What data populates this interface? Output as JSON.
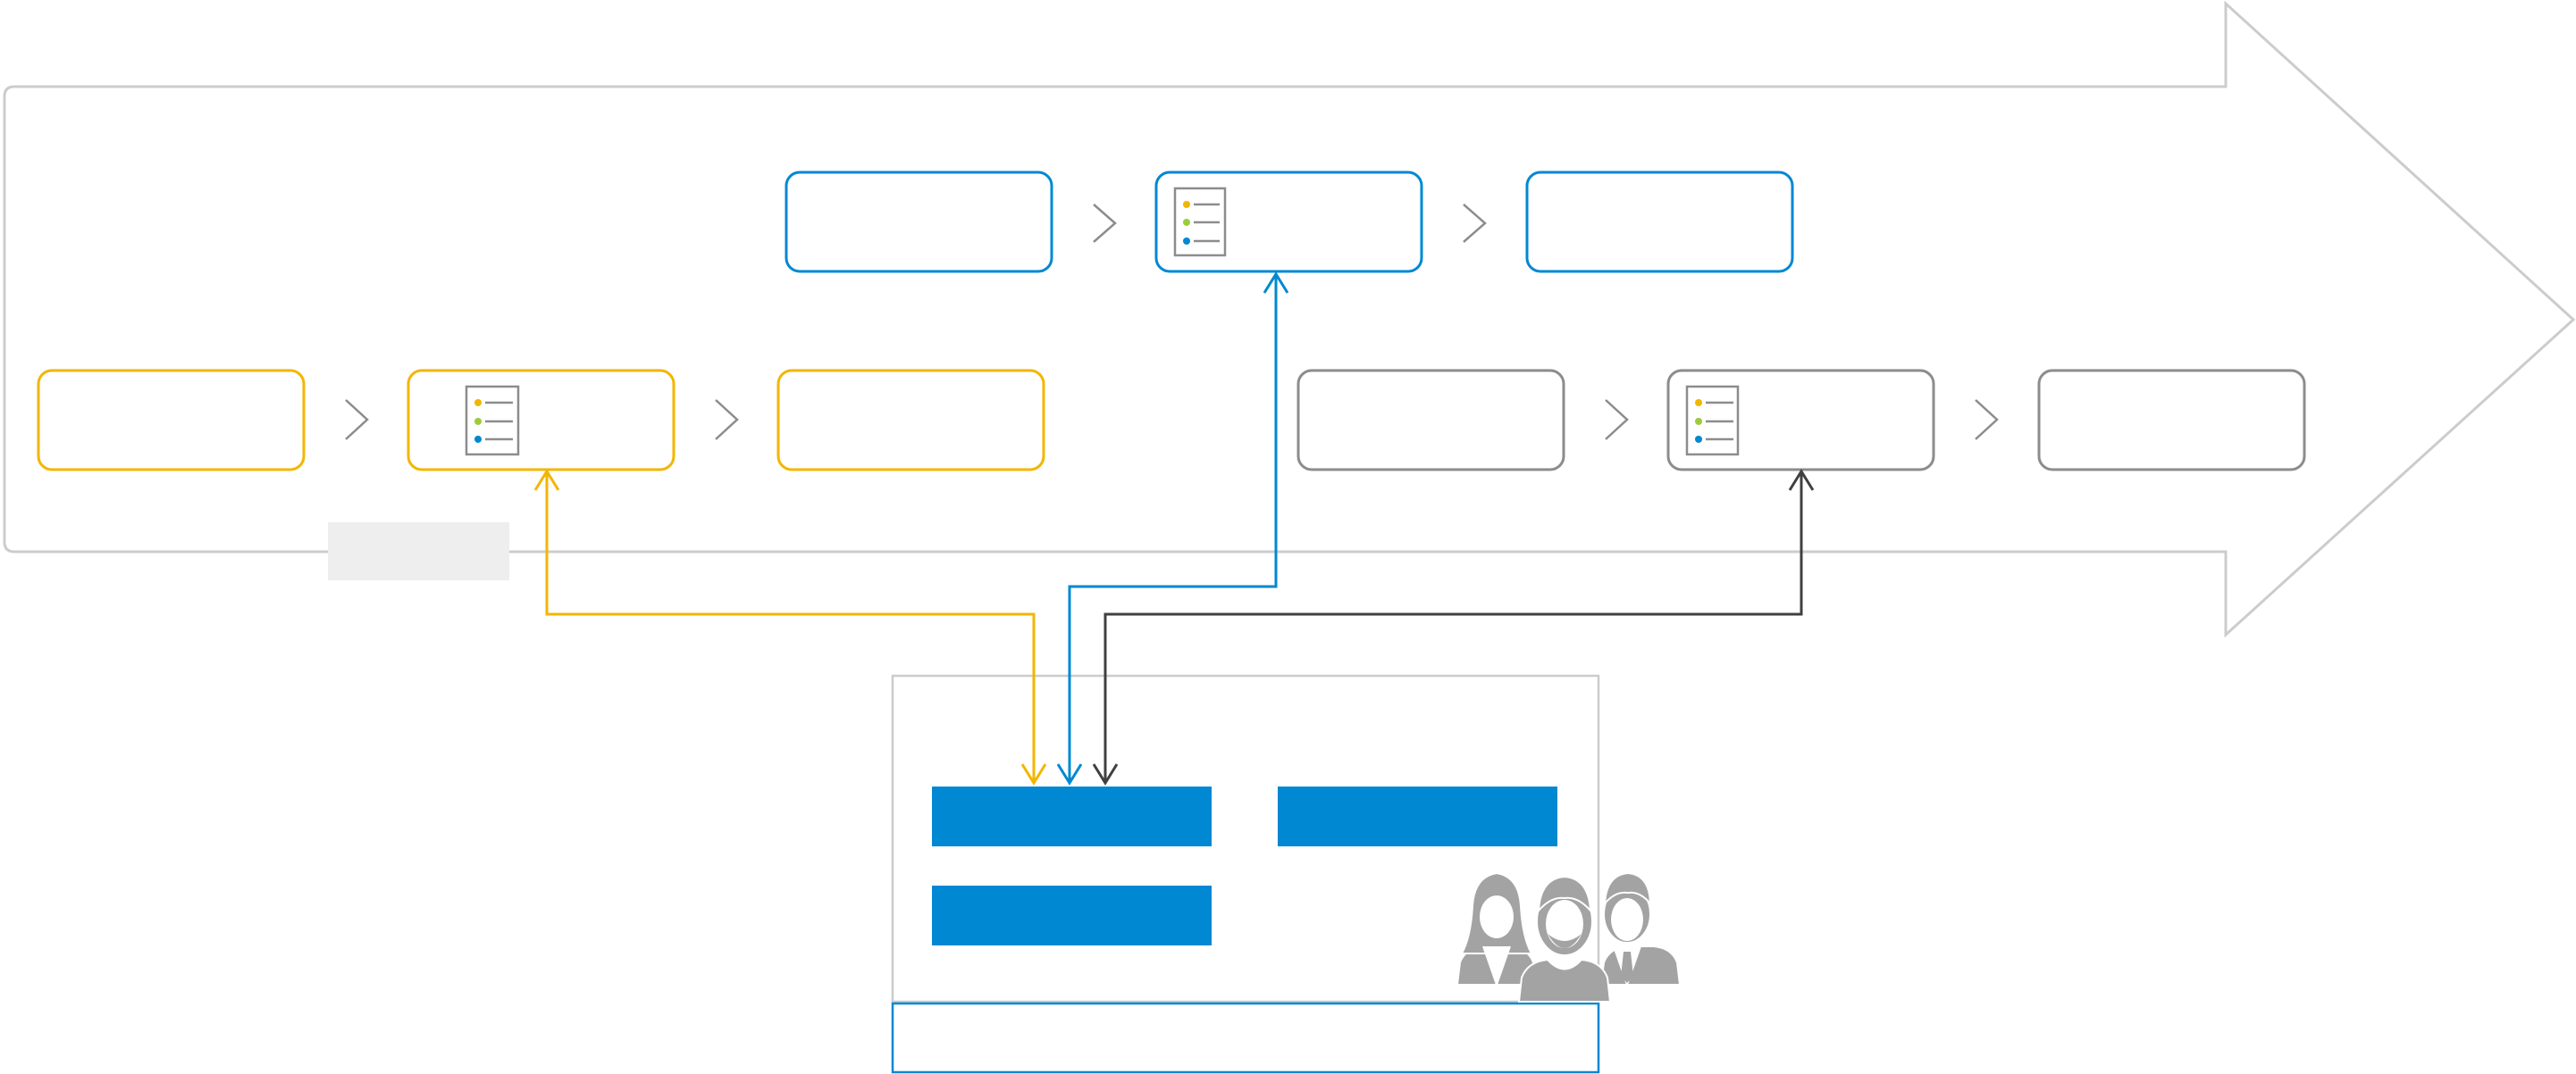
{
  "colors": {
    "yellow": "#f2b600",
    "blue": "#0088d2",
    "gray": "#8c8c8c",
    "dark": "#404040",
    "light_gray": "#cccccc",
    "label_bg": "#eeeeee",
    "people": "#a3a3a3"
  },
  "process_arrow": {
    "label": ""
  },
  "rows": {
    "top": {
      "color": "blue",
      "stages": [
        {
          "label": "",
          "icon": null
        },
        {
          "label": "",
          "icon": "document-list-icon"
        },
        {
          "label": "",
          "icon": null
        }
      ]
    },
    "bottom_left": {
      "color": "yellow",
      "stages": [
        {
          "label": "",
          "icon": null
        },
        {
          "label": "",
          "icon": "document-list-icon"
        },
        {
          "label": "",
          "icon": null
        }
      ]
    },
    "bottom_right": {
      "color": "gray",
      "stages": [
        {
          "label": "",
          "icon": null
        },
        {
          "label": "",
          "icon": "document-list-icon"
        },
        {
          "label": "",
          "icon": null
        }
      ]
    }
  },
  "hub": {
    "title": "",
    "tiles": [
      {
        "label": ""
      },
      {
        "label": ""
      },
      {
        "label": ""
      }
    ],
    "footer": ""
  },
  "team_icon": "team-people-icon",
  "connector_colors": [
    "yellow",
    "blue",
    "dark"
  ]
}
